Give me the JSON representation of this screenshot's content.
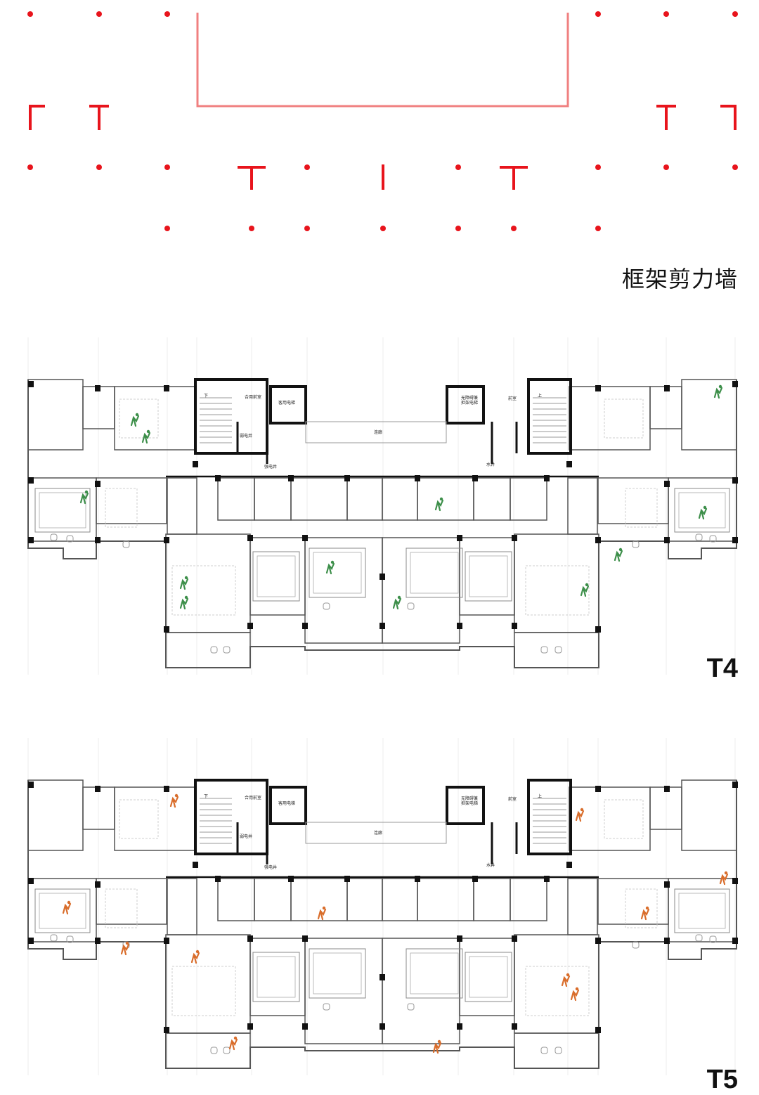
{
  "structure": {
    "caption": "框架剪力墙",
    "accent_color": "#e8141c",
    "core_outline_color": "#f08080"
  },
  "plans": [
    {
      "id": "t4",
      "label": "T4",
      "figure_color": "#3d8f4a",
      "rooms": {
        "left_lobby": "合用前室",
        "left_lift": "客用电梯",
        "corridor": "连廊",
        "left_shaft_1": "弱电井",
        "left_shaft_2": "强电井",
        "right_lift": "无障碍兼\n担架电梯",
        "right_lobby": "前室",
        "right_shaft": "水井",
        "stair_down": "下",
        "stair_up": "上"
      }
    },
    {
      "id": "t5",
      "label": "T5",
      "figure_color": "#d96d2b",
      "rooms": {
        "left_lobby": "合用前室",
        "left_lift": "客用电梯",
        "corridor": "连廊",
        "left_shaft_1": "弱电井",
        "left_shaft_2": "强电井",
        "right_lift": "无障碍兼\n担架电梯",
        "right_lobby": "前室",
        "right_shaft": "水井",
        "stair_down": "下",
        "stair_up": "上"
      }
    }
  ]
}
